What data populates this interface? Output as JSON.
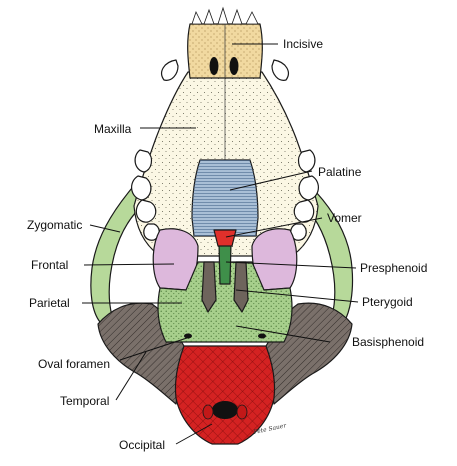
{
  "figure": {
    "labels": {
      "incisive": "Incisive",
      "maxilla": "Maxilla",
      "palatine": "Palatine",
      "zygomatic": "Zygomatic",
      "vomer": "Vomer",
      "frontal": "Frontal",
      "presphenoid": "Presphenoid",
      "parietal": "Parietal",
      "pterygoid": "Pterygoid",
      "basisphenoid": "Basisphenoid",
      "oval_foramen": "Oval foramen",
      "temporal": "Temporal",
      "occipital": "Occipital"
    },
    "signature": "Pete Sauer",
    "colors": {
      "incisive": "#f1d9a0",
      "maxilla": "#fbf7e4",
      "palatine": "#a9bfd6",
      "zygomatic": "#b7d99a",
      "vomer": "#e0302b",
      "frontal": "#ddb8dc",
      "presphenoid": "#3f8f4a",
      "pterygoid": "#6e645c",
      "basisphenoid": "#a7cf8c",
      "temporal": "#7a706a",
      "occipital": "#d42222"
    }
  }
}
